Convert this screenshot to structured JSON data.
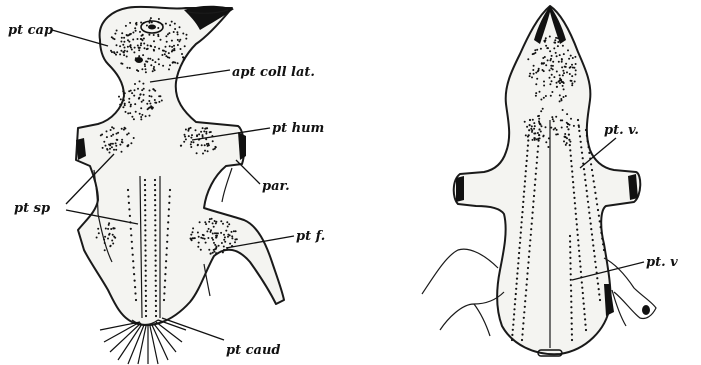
{
  "figure": {
    "left_specimen": {
      "labels": [
        "pt cap",
        "apt coll lat.",
        "pt hum",
        "par.",
        "pt sp",
        "pt f.",
        "pt caud"
      ]
    },
    "right_specimen": {
      "labels": [
        "pt. v.",
        "pt. v"
      ]
    },
    "colors": {
      "ink": "#111111",
      "paper": "#ffffff",
      "body_fill": "#f4f4f1"
    }
  }
}
